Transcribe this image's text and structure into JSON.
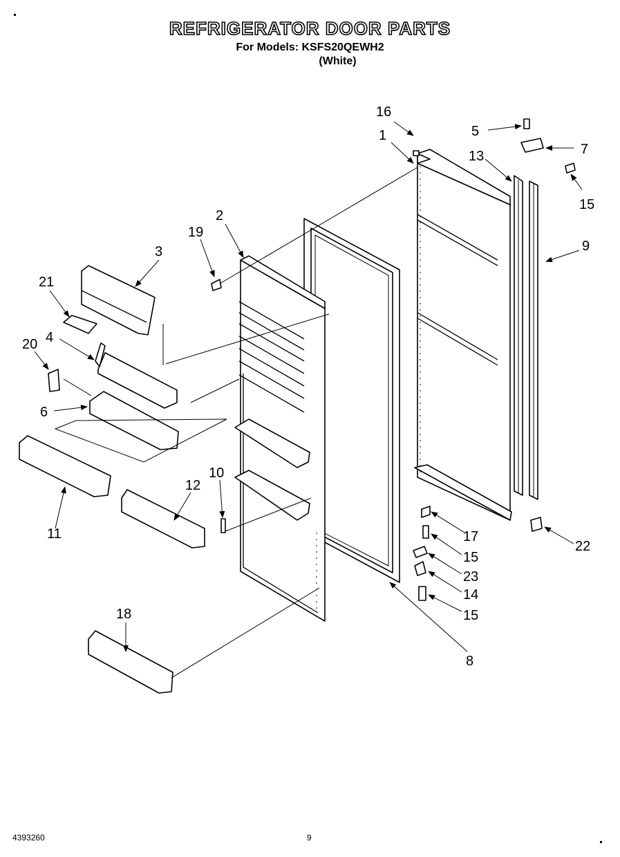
{
  "header": {
    "title": "REFRIGERATOR DOOR PARTS",
    "models": "For Models: KSFS20QEWH2",
    "color": "(White)"
  },
  "footer": {
    "doc_number": "4393260",
    "page": "9"
  },
  "callouts": [
    "1",
    "2",
    "3",
    "4",
    "5",
    "6",
    "7",
    "8",
    "9",
    "10",
    "11",
    "12",
    "13",
    "14",
    "15",
    "15",
    "15",
    "16",
    "17",
    "18",
    "19",
    "20",
    "21",
    "22",
    "23"
  ]
}
